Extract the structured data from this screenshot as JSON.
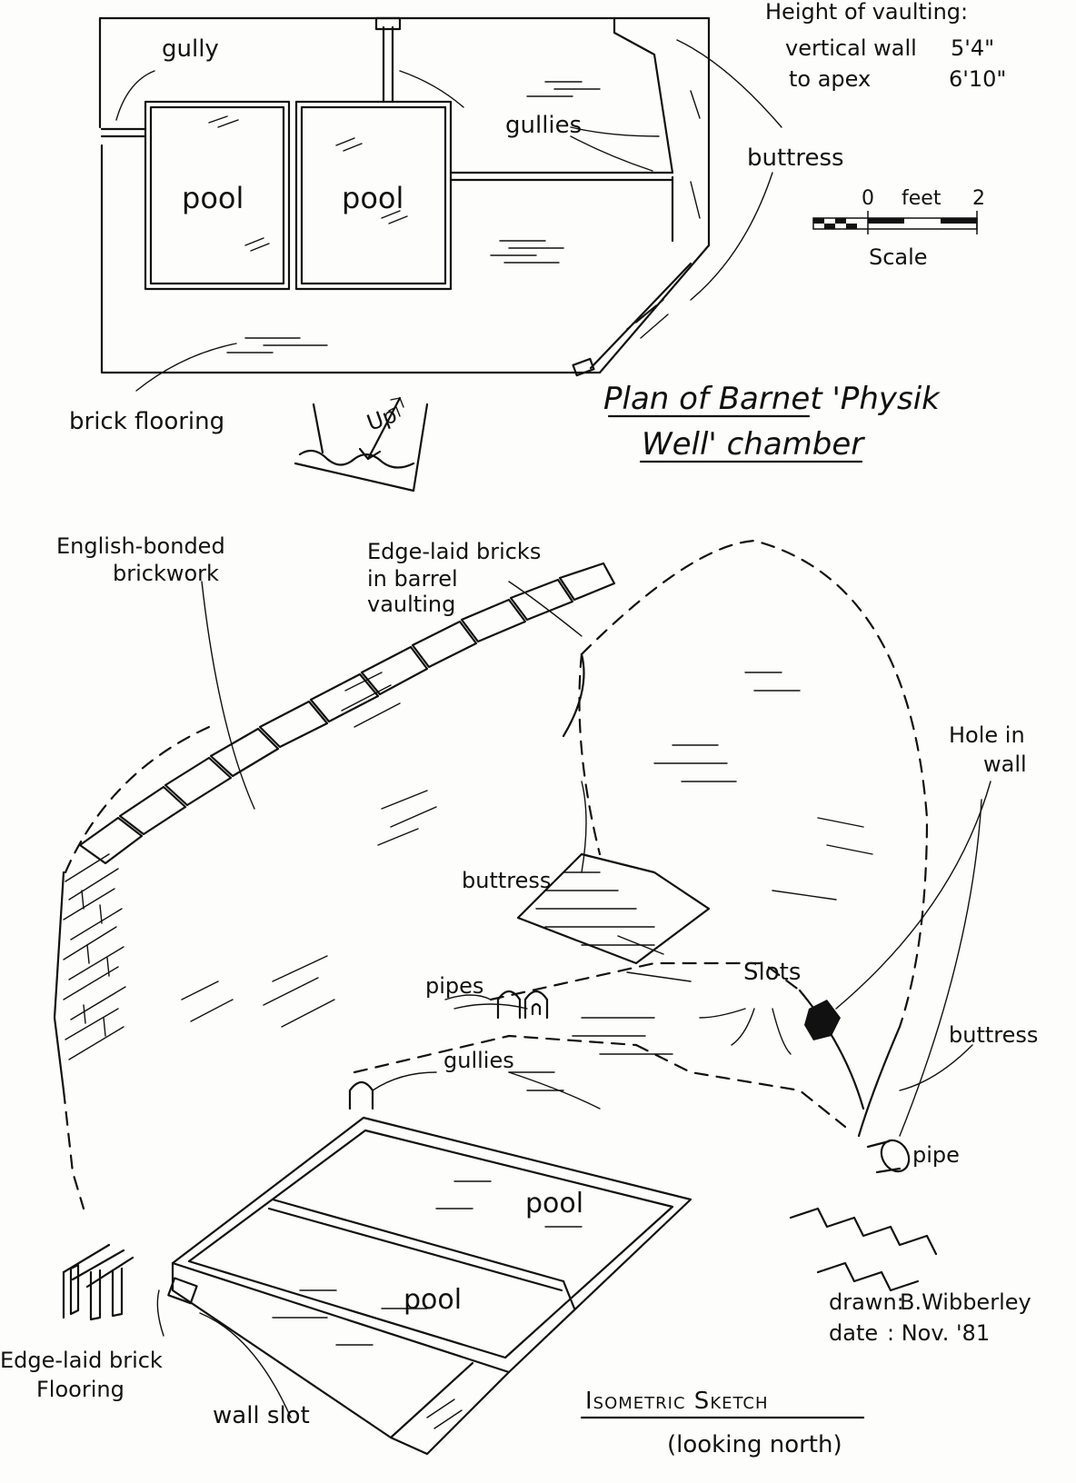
{
  "plan": {
    "title_line1": "Plan of Barnet 'Physik",
    "title_line2": "Well' chamber",
    "height_note": {
      "heading": "Height of vaulting:",
      "row1_label": "vertical wall",
      "row1_value": "5'4\"",
      "row2_label": "to apex",
      "row2_value": "6'10\""
    },
    "scale": {
      "zero": "0",
      "unit": "feet",
      "max": "2",
      "caption": "Scale"
    },
    "labels": {
      "gully": "gully",
      "gullies": "gullies",
      "buttress": "buttress",
      "pool_left": "pool",
      "pool_right": "pool",
      "brick_flooring": "brick flooring",
      "up": "Up"
    }
  },
  "isometric": {
    "title": "Isometric Sketch",
    "subtitle": "(looking north)",
    "labels": {
      "english_bonded": "English-bonded",
      "brickwork": "brickwork",
      "edge_laid_vault_1": "Edge-laid bricks",
      "edge_laid_vault_2": "in barrel",
      "edge_laid_vault_3": "vaulting",
      "hole_1": "Hole in",
      "hole_2": "wall",
      "buttress_centre": "buttress",
      "slots": "Slots",
      "pipes": "pipes",
      "gullies": "gullies",
      "buttress_right": "buttress",
      "pipe": "pipe",
      "pool_back": "pool",
      "pool_front": "pool",
      "edge_laid_floor_1": "Edge-laid brick",
      "edge_laid_floor_2": "Flooring",
      "wall_slot": "wall slot"
    },
    "credit": {
      "drawn_label": "drawn:",
      "drawn_value": "B.Wibberley",
      "date_label": "date",
      "date_value": ": Nov. '81"
    }
  }
}
